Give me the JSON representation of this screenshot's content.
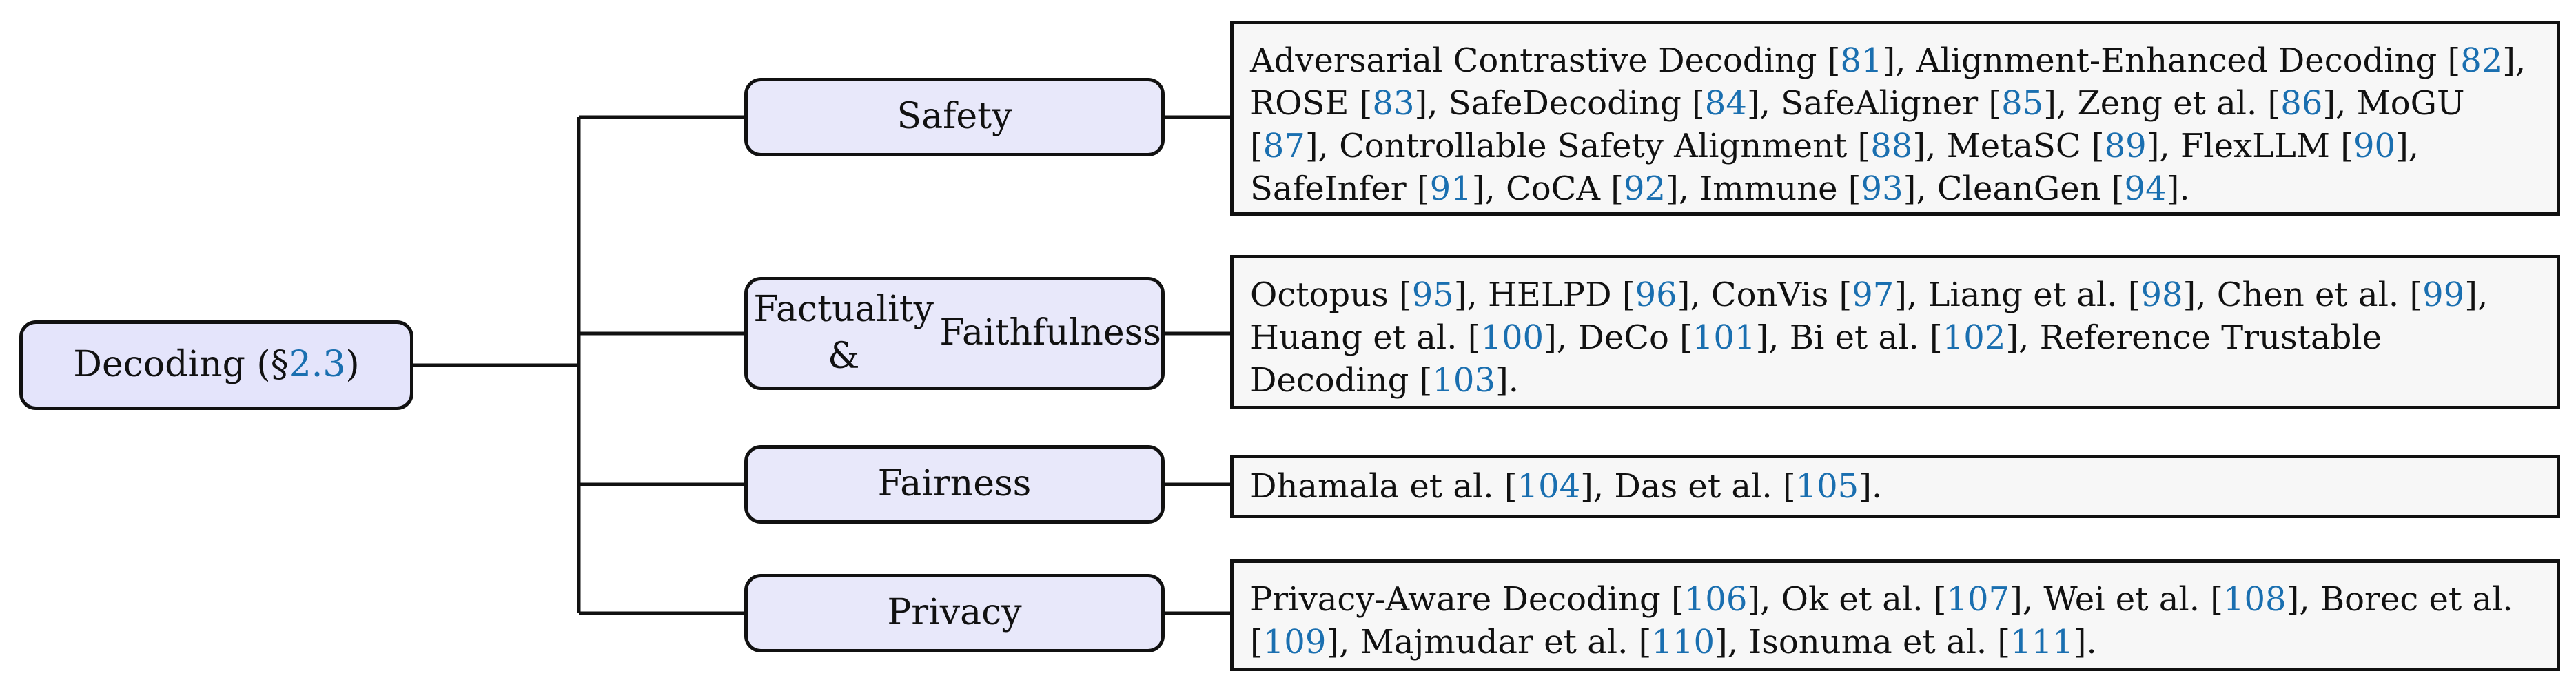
{
  "root": {
    "label_prefix": "Decoding (§",
    "section": "2.3",
    "label_suffix": ")"
  },
  "branches": [
    {
      "label_lines": [
        "Safety"
      ],
      "items": [
        {
          "name": "Adversarial Contrastive Decoding",
          "ref": "81"
        },
        {
          "name": "Alignment-Enhanced Decoding",
          "ref": "82"
        },
        {
          "name": "ROSE",
          "ref": "83"
        },
        {
          "name": "SafeDecoding",
          "ref": "84"
        },
        {
          "name": "SafeAligner",
          "ref": "85"
        },
        {
          "name": "Zeng et al.",
          "ref": "86"
        },
        {
          "name": "MoGU",
          "ref": "87"
        },
        {
          "name": "Controllable Safety Alignment",
          "ref": "88"
        },
        {
          "name": "MetaSC",
          "ref": "89"
        },
        {
          "name": "FlexLLM",
          "ref": "90"
        },
        {
          "name": "SafeInfer",
          "ref": "91"
        },
        {
          "name": "CoCA",
          "ref": "92"
        },
        {
          "name": "Immune",
          "ref": "93"
        },
        {
          "name": "CleanGen",
          "ref": "94"
        }
      ]
    },
    {
      "label_lines": [
        "Factuality &",
        "Faithfulness"
      ],
      "items": [
        {
          "name": "Octopus",
          "ref": "95"
        },
        {
          "name": "HELPD",
          "ref": "96"
        },
        {
          "name": "ConVis",
          "ref": "97"
        },
        {
          "name": "Liang et al.",
          "ref": "98"
        },
        {
          "name": "Chen et al.",
          "ref": "99"
        },
        {
          "name": "Huang et al.",
          "ref": "100"
        },
        {
          "name": "DeCo",
          "ref": "101"
        },
        {
          "name": "Bi et al.",
          "ref": "102"
        },
        {
          "name": "Reference Trustable Decoding",
          "ref": "103"
        }
      ]
    },
    {
      "label_lines": [
        "Fairness"
      ],
      "items": [
        {
          "name": "Dhamala et al.",
          "ref": "104"
        },
        {
          "name": "Das et al.",
          "ref": "105"
        }
      ]
    },
    {
      "label_lines": [
        "Privacy"
      ],
      "items": [
        {
          "name": "Privacy-Aware Decoding",
          "ref": "106"
        },
        {
          "name": "Ok et al.",
          "ref": "107"
        },
        {
          "name": "Wei et al.",
          "ref": "108"
        },
        {
          "name": "Borec et al.",
          "ref": "109"
        },
        {
          "name": "Majmudar et al.",
          "ref": "110"
        },
        {
          "name": "Isonuma et al.",
          "ref": "111"
        }
      ]
    }
  ]
}
